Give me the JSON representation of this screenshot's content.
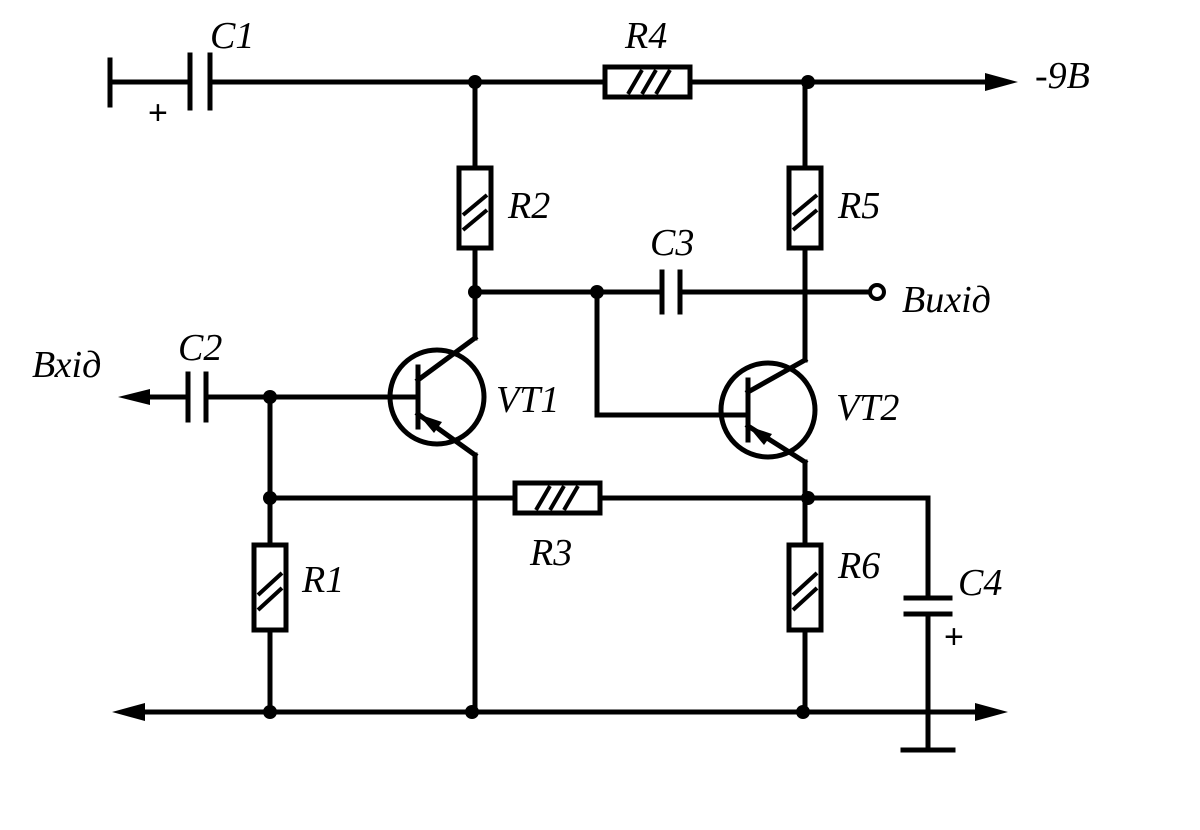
{
  "labels": {
    "c1": "C1",
    "c2": "C2",
    "c3": "C3",
    "c4": "C4",
    "r1": "R1",
    "r2": "R2",
    "r3": "R3",
    "r4": "R4",
    "r5": "R5",
    "r6": "R6",
    "vt1": "VT1",
    "vt2": "VT2",
    "supply": "-9B",
    "input": "Вхід",
    "output": "Вихід",
    "c1_polarity": "+",
    "c4_polarity": "+"
  },
  "colors": {
    "ink": "#000000",
    "paper": "#ffffff"
  }
}
